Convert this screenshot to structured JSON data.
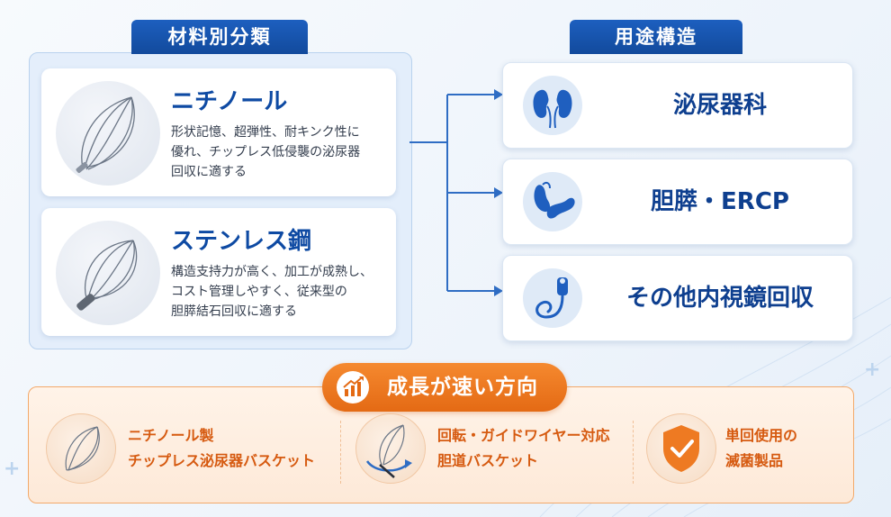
{
  "material_header": "材料別分類",
  "usage_header": "用途構造",
  "materials": [
    {
      "title": "ニチノール",
      "lines": [
        "形状記憶、超弾性、耐キンク性に",
        "優れ、チップレス低侵襲の泌尿器",
        "回収に適する"
      ],
      "icon": "nitinol-basket-icon"
    },
    {
      "title": "ステンレス鋼",
      "lines": [
        "構造支持力が高く、加工が成熟し、",
        "コスト管理しやすく、従来型の",
        "胆膵結石回収に適する"
      ],
      "icon": "stainless-basket-icon"
    }
  ],
  "usages": [
    {
      "label": "泌尿器科",
      "icon": "kidney-icon"
    },
    {
      "label": "胆膵・ERCP",
      "icon": "pancreas-icon"
    },
    {
      "label": "その他内視鏡回収",
      "icon": "endoscope-icon"
    }
  ],
  "growth_title": "成長が速い方向",
  "growth_items": [
    {
      "lines": [
        "ニチノール製",
        "チップレス泌尿器バスケット"
      ],
      "icon": "tipless-basket-icon"
    },
    {
      "lines": [
        "回転・ガイドワイヤー対応",
        "胆道バスケット"
      ],
      "icon": "rotating-basket-icon"
    },
    {
      "lines": [
        "単回使用の",
        "滅菌製品"
      ],
      "icon": "shield-check-icon"
    }
  ],
  "colors": {
    "primary_blue": "#124a9c",
    "accent_orange": "#e46a14"
  }
}
